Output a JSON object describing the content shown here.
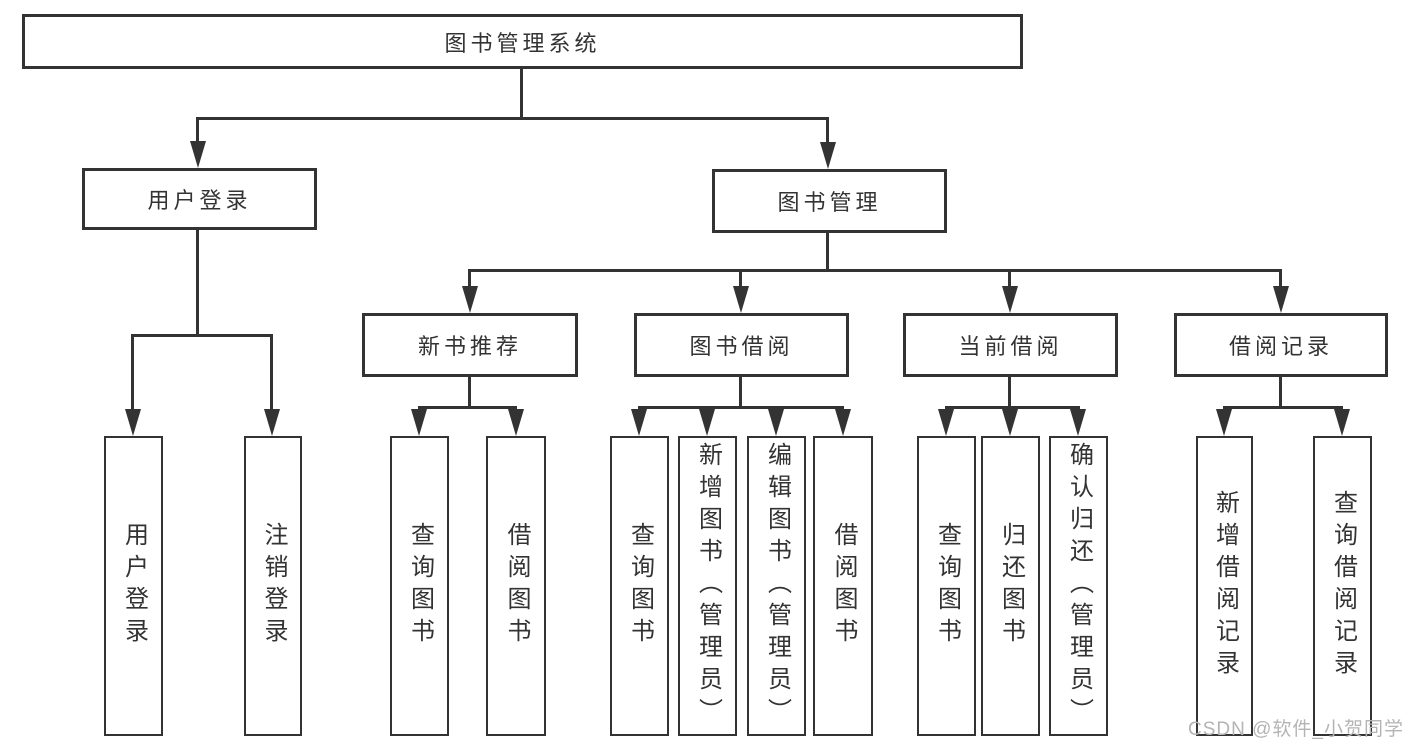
{
  "nodes": {
    "root": "图书管理系统",
    "user_login": "用户登录",
    "book_management": "图书管理",
    "new_book_recommend": "新书推荐",
    "book_borrowing": "图书借阅",
    "current_borrowing": "当前借阅",
    "borrowing_records": "借阅记录",
    "leaf_user_login": "用户登录",
    "leaf_logout": "注销登录",
    "leaf_nb_query_books": "查询图书",
    "leaf_nb_borrow_books": "借阅图书",
    "leaf_bb_query_books": "查询图书",
    "leaf_bb_add_books": "新增图书（管理员）",
    "leaf_bb_edit_books": "编辑图书（管理员）",
    "leaf_bb_borrow_books": "借阅图书",
    "leaf_cb_query_books": "查询图书",
    "leaf_cb_return_books": "归还图书",
    "leaf_cb_confirm_return": "确认归还（管理员）",
    "leaf_br_add_record": "新增借阅记录",
    "leaf_br_query_record": "查询借阅记录"
  },
  "watermark": "CSDN @软件_小贺同学",
  "colors": {
    "line": "#333333",
    "text": "#333333",
    "background": "#ffffff",
    "watermark": "#b4b4b4"
  }
}
